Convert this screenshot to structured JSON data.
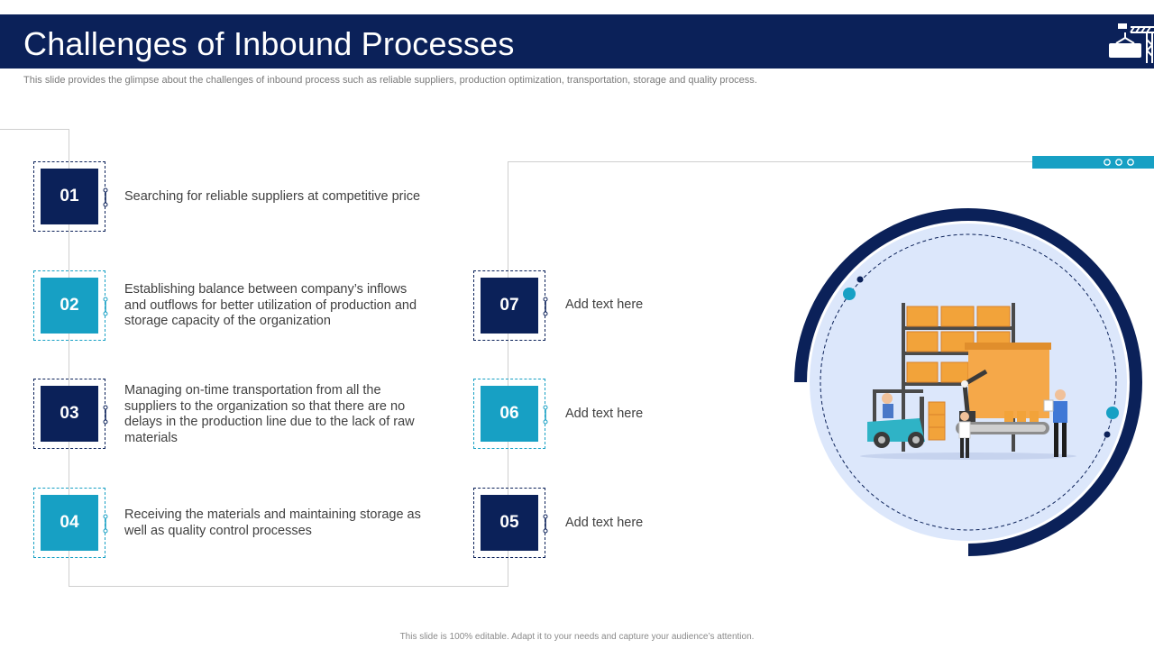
{
  "header": {
    "title": "Challenges of Inbound Processes",
    "icon": "crane-icon"
  },
  "subtitle": "This slide provides the glimpse about the challenges of inbound process such as reliable suppliers, production optimization, transportation, storage and quality process.",
  "left_items": [
    {
      "number": "01",
      "text": "Searching for reliable suppliers at competitive price",
      "style": "navy"
    },
    {
      "number": "02",
      "text": "Establishing balance between company’s inflows and outflows for better utilization of production and storage capacity of the organization",
      "style": "teal"
    },
    {
      "number": "03",
      "text": "Managing on-time transportation from all the suppliers to the organization so that there are no delays in the production line due to the lack of raw materials",
      "style": "navy"
    },
    {
      "number": "04",
      "text": "Receiving the materials and maintaining storage as well as quality control processes",
      "style": "teal"
    }
  ],
  "right_items": [
    {
      "number": "07",
      "text": "Add text here",
      "style": "navy"
    },
    {
      "number": "06",
      "text": "Add text here",
      "style": "teal"
    },
    {
      "number": "05",
      "text": "Add text here",
      "style": "navy"
    }
  ],
  "footer": "This slide is 100% editable. Adapt it to your needs and capture your audience’s attention.",
  "colors": {
    "navy": "#0b2159",
    "teal": "#17a0c4",
    "light_blue": "#dce7fb",
    "orange": "#f2a33a"
  },
  "illustration": "warehouse-forklift-illustration"
}
